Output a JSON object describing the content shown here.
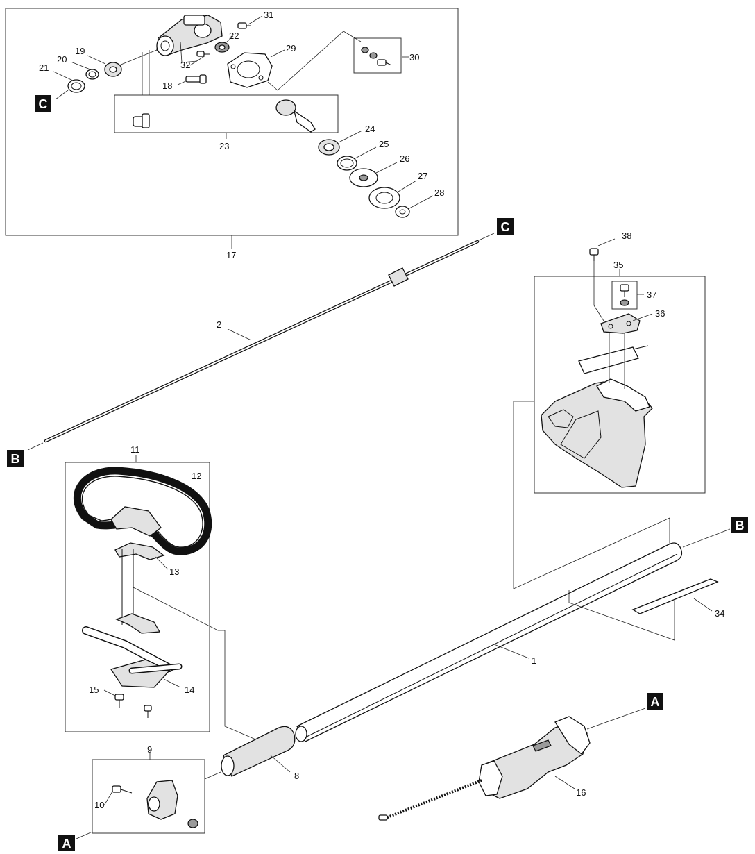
{
  "labels": {
    "n1": "1",
    "n2": "2",
    "n8": "8",
    "n9": "9",
    "n10": "10",
    "n11": "11",
    "n12": "12",
    "n13": "13",
    "n14": "14",
    "n15": "15",
    "n16": "16",
    "n17": "17",
    "n18": "18",
    "n19": "19",
    "n20": "20",
    "n21": "21",
    "n22": "22",
    "n23": "23",
    "n24": "24",
    "n25": "25",
    "n26": "26",
    "n27": "27",
    "n28": "28",
    "n29": "29",
    "n30": "30",
    "n31": "31",
    "n32": "32",
    "n34": "34",
    "n35": "35",
    "n36": "36",
    "n37": "37",
    "n38": "38"
  },
  "markers": {
    "a": "A",
    "b": "B",
    "c": "C"
  },
  "colors": {
    "ink": "#111111",
    "background": "#ffffff"
  }
}
